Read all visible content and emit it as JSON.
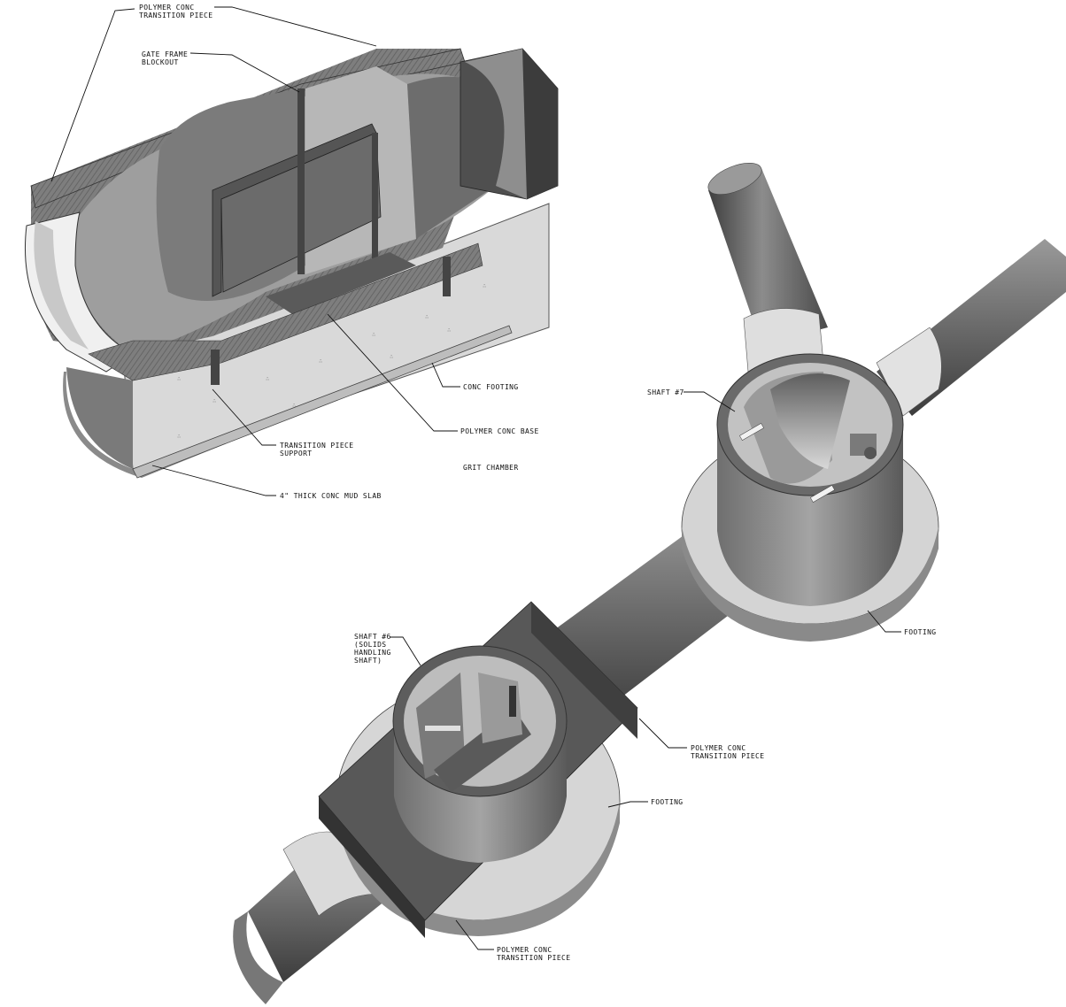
{
  "top_drawing": {
    "labels": {
      "polymer_transition_piece": "POLYMER CONC\nTRANSITION PIECE",
      "gate_frame_blockout": "GATE FRAME\nBLOCKOUT",
      "conc_footing": "CONC FOOTING",
      "polymer_conc_base": "POLYMER CONC BASE",
      "transition_piece_support": "TRANSITION PIECE\nSUPPORT",
      "grit_chamber": "GRIT CHAMBER",
      "mud_slab": "4\" THICK CONC MUD SLAB"
    }
  },
  "bottom_drawing": {
    "labels": {
      "shaft_7": "SHAFT #7",
      "footing_shaft_7": "FOOTING",
      "shaft_6": "SHAFT #6\n(SOLIDS\nHANDLING\nSHAFT)",
      "polymer_transition_piece_right": "POLYMER CONC\nTRANSITION PIECE",
      "footing_shaft_6": "FOOTING",
      "polymer_transition_piece_bottom": "POLYMER CONC\nTRANSITION PIECE"
    }
  }
}
